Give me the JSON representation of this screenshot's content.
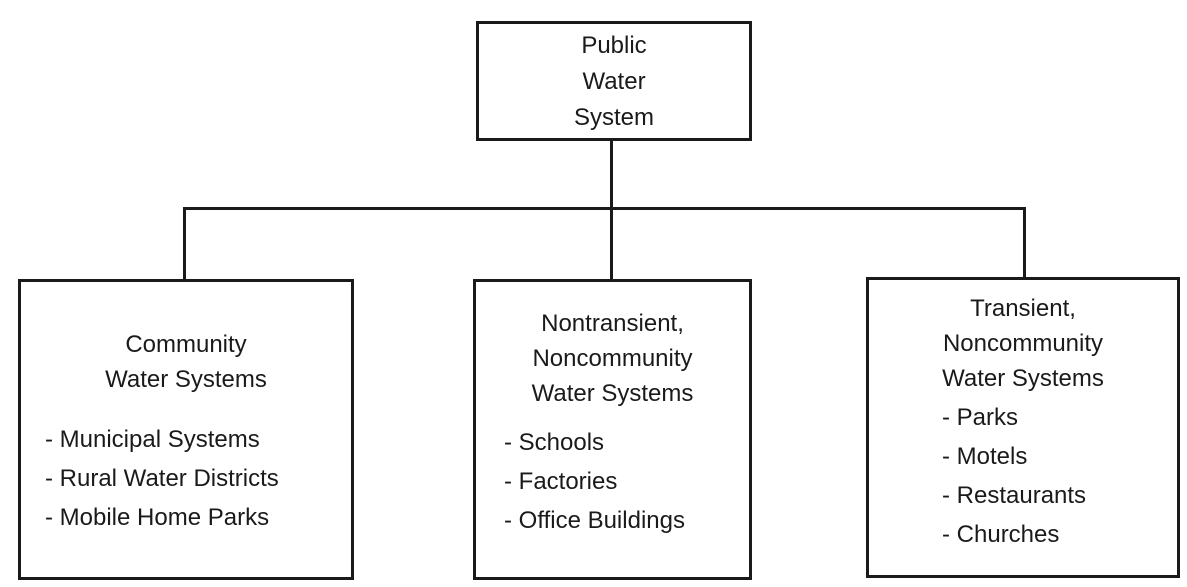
{
  "root": {
    "lines": [
      "Public",
      "Water",
      "System"
    ]
  },
  "children": [
    {
      "title_lines": [
        "Community",
        "Water Systems"
      ],
      "items": [
        "- Municipal Systems",
        "- Rural Water Districts",
        "- Mobile Home Parks"
      ]
    },
    {
      "title_lines": [
        "Nontransient,",
        "Noncommunity",
        "Water Systems"
      ],
      "items": [
        "- Schools",
        "- Factories",
        "- Office Buildings"
      ]
    },
    {
      "title_lines": [
        "Transient,",
        "Noncommunity",
        "Water Systems"
      ],
      "items": [
        "- Parks",
        "- Motels",
        "- Restaurants",
        "- Churches"
      ]
    }
  ]
}
